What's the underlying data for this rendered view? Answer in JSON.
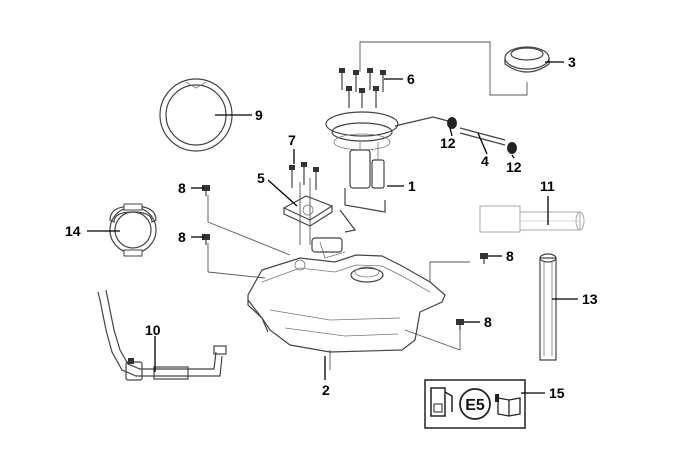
{
  "labels": {
    "l1": "1",
    "l2": "2",
    "l3": "3",
    "l4": "4",
    "l5": "5",
    "l6": "6",
    "l7": "7",
    "l8a": "8",
    "l8b": "8",
    "l8c": "8",
    "l8d": "8",
    "l9": "9",
    "l10": "10",
    "l11": "11",
    "l12a": "12",
    "l12b": "12",
    "l13": "13",
    "l14": "14",
    "l15": "15"
  },
  "fuel_label": {
    "fuel_grade": "E5"
  },
  "icons": [
    "fuel-pump-icon",
    "e5-badge-icon",
    "manual-book-icon"
  ]
}
